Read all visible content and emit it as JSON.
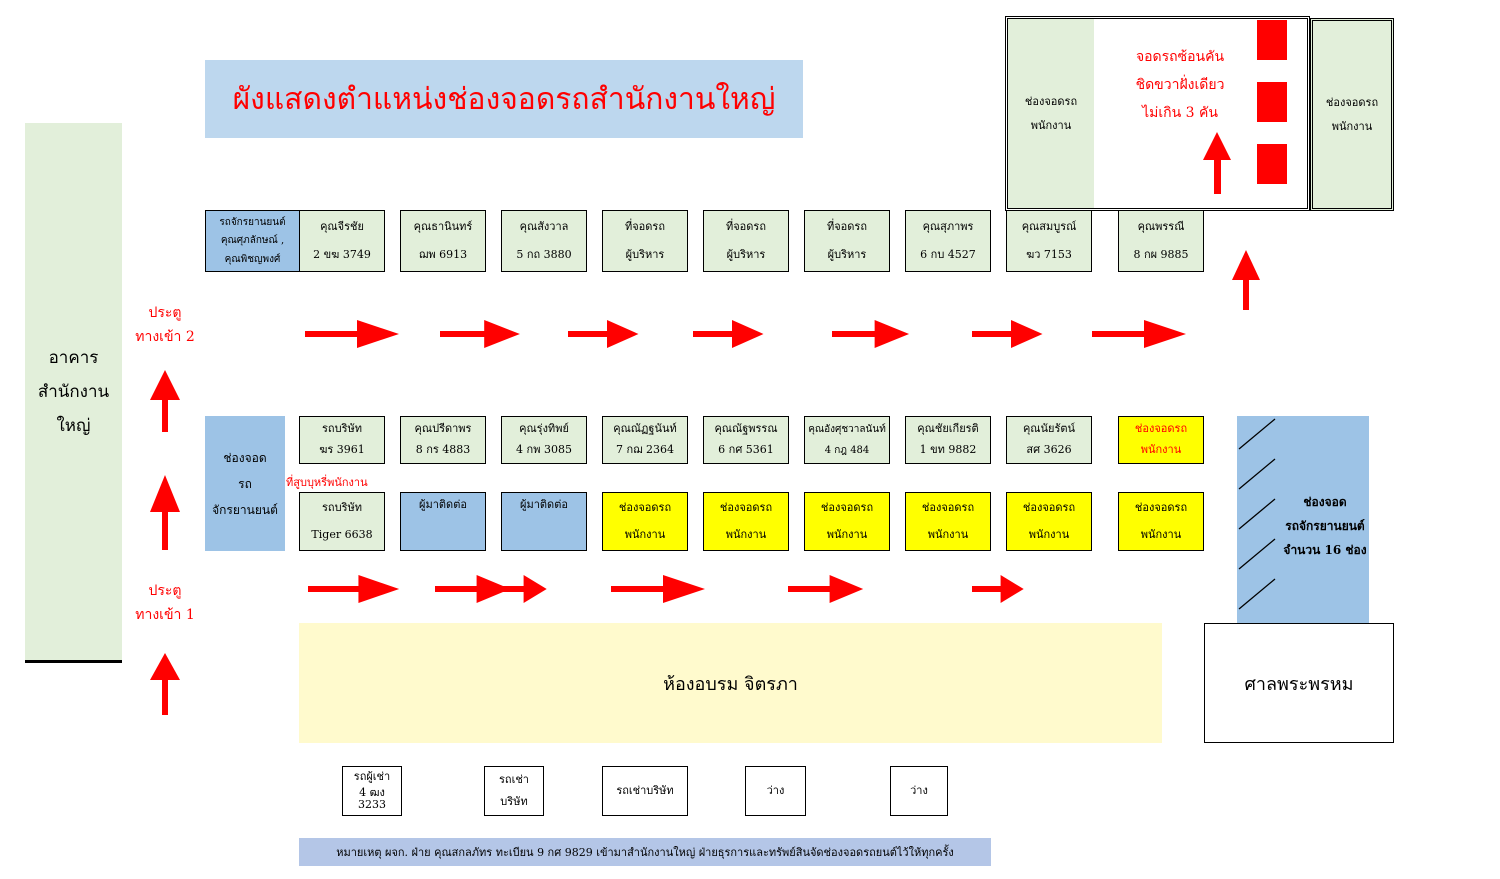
{
  "title": "ผังแสดงตำแหน่งช่องจอดรถสำนักงานใหญ่",
  "building": {
    "line1": "อาคาร",
    "line2": "สำนักงาน",
    "line3": "ใหญ่"
  },
  "gate2": {
    "line1": "ประตู",
    "line2": "ทางเข้า 2"
  },
  "gate1": {
    "line1": "ประตู",
    "line2": "ทางเข้า 1"
  },
  "top_row": [
    {
      "l1": "รถจักรยานยนต์",
      "l2": "คุณศุภลักษณ์ ,",
      "l3": "คุณพิชญพงศ์"
    },
    {
      "l1": "คุณจีรชัย",
      "l2": "2 ขฆ 3749"
    },
    {
      "l1": "คุณธานินทร์",
      "l2": "ฌพ 6913"
    },
    {
      "l1": "คุณสังวาล",
      "l2": "5 กถ 3880"
    },
    {
      "l1": "ที่จอดรถ",
      "l2": "ผู้บริหาร"
    },
    {
      "l1": "ที่จอดรถ",
      "l2": "ผู้บริหาร"
    },
    {
      "l1": "ที่จอดรถ",
      "l2": "ผู้บริหาร"
    },
    {
      "l1": "คุณสุภาพร",
      "l2": "6 กบ 4527"
    },
    {
      "l1": "คุณสมบูรณ์",
      "l2": "ฆว 7153"
    },
    {
      "l1": "คุณพรรณี",
      "l2": "8 กผ 9885"
    }
  ],
  "top_right": {
    "left_slot": {
      "l1": "ช่องจอดรถ",
      "l2": "พนักงาน"
    },
    "right_slot": {
      "l1": "ช่องจอดรถ",
      "l2": "พนักงาน"
    },
    "note1": "จอดรถซ้อนคัน",
    "note2": "ชิดขวาฝั่งเดียว",
    "note3": "ไม่เกิน 3 คัน"
  },
  "moto_left": {
    "l1": "ช่องจอด",
    "l2": "รถจักรยานยนต์"
  },
  "smoking_label": "ที่สูบบุหรี่พนักงาน",
  "mid_row1": [
    {
      "l1": "รถบริษัท",
      "l2": "ฆร 3961"
    },
    {
      "l1": "คุณปรีดาพร",
      "l2": "8 กร 4883"
    },
    {
      "l1": "คุณรุ่งทิพย์",
      "l2": "4 กพ 3085"
    },
    {
      "l1": "คุณณัฏฐนันท์",
      "l2": "7 กฌ 2364"
    },
    {
      "l1": "คุณณัฐพรรณ",
      "l2": "6 กศ 5361"
    },
    {
      "l1": "คุณอังศุชวาลนันท์",
      "l2": "4 กฎ 484"
    },
    {
      "l1": "คุณชัยเกียรติ",
      "l2": "1 ขท 9882"
    },
    {
      "l1": "คุณนัยรัตน์",
      "l2": "สศ 3626"
    },
    {
      "l1": "ช่องจอดรถ",
      "l2": "พนักงาน"
    }
  ],
  "mid_row2": [
    {
      "l1": "รถบริษัท",
      "l2": "Tiger 6638"
    },
    {
      "l1": "ผู้มาติดต่อ",
      "l2": ""
    },
    {
      "l1": "ผู้มาติดต่อ",
      "l2": ""
    },
    {
      "l1": "ช่องจอดรถ",
      "l2": "พนักงาน"
    },
    {
      "l1": "ช่องจอดรถ",
      "l2": "พนักงาน"
    },
    {
      "l1": "ช่องจอดรถ",
      "l2": "พนักงาน"
    },
    {
      "l1": "ช่องจอดรถ",
      "l2": "พนักงาน"
    },
    {
      "l1": "ช่องจอดรถ",
      "l2": "พนักงาน"
    },
    {
      "l1": "ช่องจอดรถ",
      "l2": "พนักงาน"
    }
  ],
  "moto_right": {
    "l1": "ช่องจอด",
    "l2": "รถจักรยานยนต์",
    "l3": "จำนวน 16 ช่อง"
  },
  "training_room": "ห้องอบรม  จิตรภา",
  "shrine": "ศาลพระพรหม",
  "bottom_row": [
    {
      "l1": "รถผู้เช่า",
      "l2": "4 ฒง 3233"
    },
    {
      "l1": "รถเช่า",
      "l2": "บริษัท"
    },
    {
      "l1": "รถเช่าบริษัท",
      "l2": ""
    },
    {
      "l1": "ว่าง",
      "l2": ""
    },
    {
      "l1": "ว่าง",
      "l2": ""
    }
  ],
  "remark": "หมายเหตุ  ผจก. ฝ่าย  คุณสกลภัทร ทะเบียน 9 กศ 9829   เข้ามาสำนักงานใหญ่  ฝ่ายธุรการและทรัพย์สินจัดช่องจอดรถยนต์ไว้ให้ทุกครั้ง",
  "colors": {
    "arrow": "#ff0000",
    "green": "#e2efda",
    "blue": "#9dc3e6",
    "yellow": "#ffff00",
    "cream": "#fffacd",
    "title_bg": "#bdd7ee"
  }
}
